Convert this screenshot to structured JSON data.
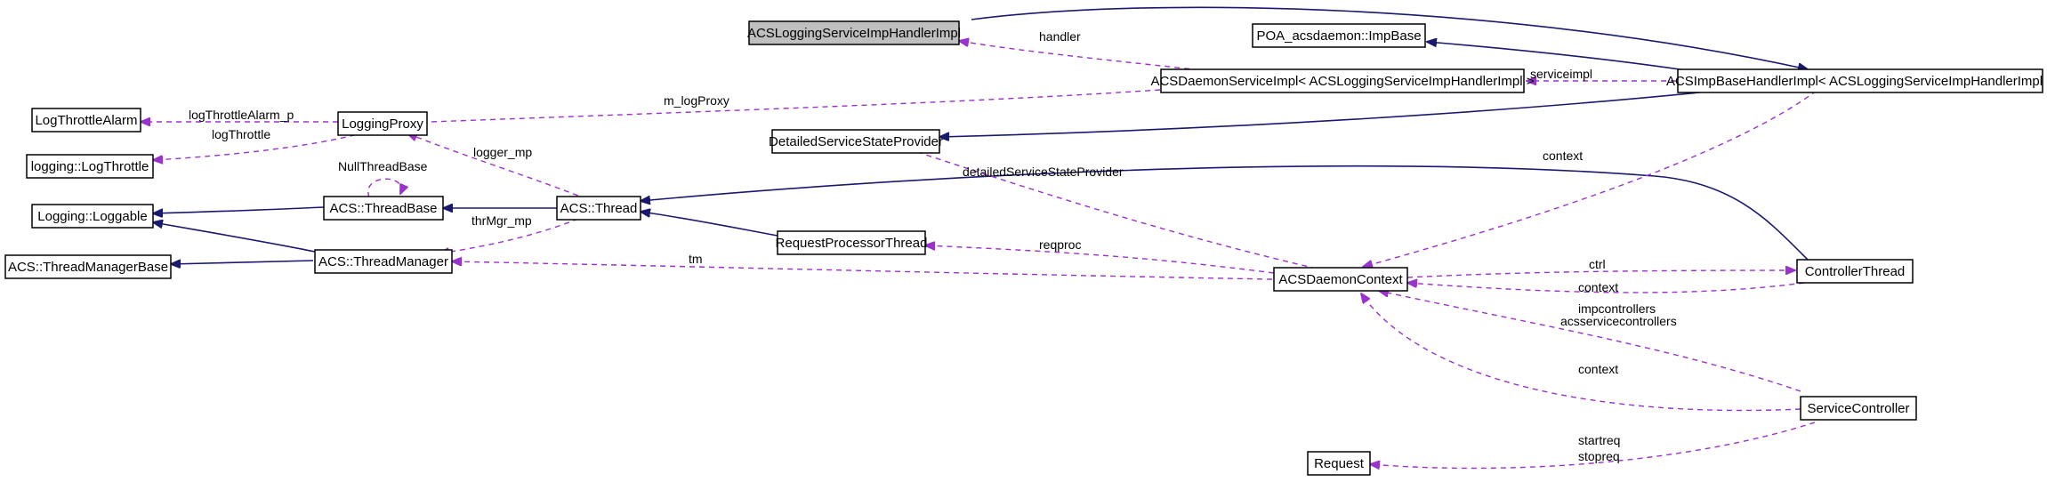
{
  "colors": {
    "inheritance_edge": "#191970",
    "usage_edge": "#9a32cd",
    "highlight_node": "#bfbfbf",
    "node_fill": "#ffffff"
  },
  "nodes": {
    "acsloggingserviceimphandlerimpl": "ACSLoggingServiceImpHandlerImpl",
    "poa_acsdaemon_impbase": "POA_acsdaemon::ImpBase",
    "acsdaemonserviceimpl": "ACSDaemonServiceImpl< ACSLoggingServiceImpHandlerImpl >",
    "acsimpbasehandlerimpl": "ACSImpBaseHandlerImpl< ACSLoggingServiceImpHandlerImpl >",
    "logthrottlealarm": "LogThrottleAlarm",
    "loggingproxy": "LoggingProxy",
    "logging_logthrottle": "logging::LogThrottle",
    "detailedservicestateprovider": "DetailedServiceStateProvider",
    "logging_loggable": "Logging::Loggable",
    "acs_threadbase": "ACS::ThreadBase",
    "acs_thread": "ACS::Thread",
    "requestprocessorthread": "RequestProcessorThread",
    "acs_threadmanagerbase": "ACS::ThreadManagerBase",
    "acs_threadmanager": "ACS::ThreadManager",
    "acsdaemoncontext": "ACSDaemonContext",
    "controllerthread": "ControllerThread",
    "servicecontroller": "ServiceController",
    "request": "Request"
  },
  "edge_labels": {
    "handler": "handler",
    "m_logproxy": "m_logProxy",
    "serviceimpl": "serviceimpl",
    "logthrottlealarm_p": "logThrottleAlarm_p",
    "logthrottle": "logThrottle",
    "nullthreadbase": "NullThreadBase",
    "logger_mp": "logger_mp",
    "thrmgr_mp": "thrMgr_mp",
    "detailedservicestateprovider": "detailedServiceStateProvider",
    "context_top": "context",
    "reqproc": "reqproc",
    "tm": "tm",
    "ctrl": "ctrl",
    "context_ctrl": "context",
    "impcontrollers": "impcontrollers",
    "acsservicecontrollers": "acsservicecontrollers",
    "context_svc": "context",
    "startreq": "startreq",
    "stopreq": "stopreq"
  }
}
